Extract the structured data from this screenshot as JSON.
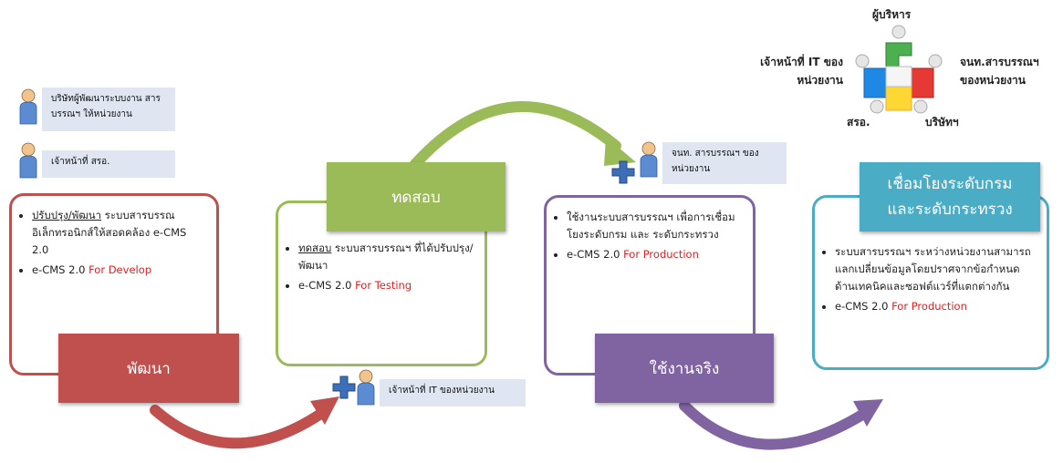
{
  "top_left": {
    "vendor_label": "บริษัทผู้พัฒนาระบบงาน สารบรรณฯ ให้หน่วยงาน",
    "staff_label": "เจ้าหน้าที่  สรอ."
  },
  "stages": [
    {
      "heading": "พัฒนา",
      "bullet1_underlined": "ปรับปรุง/พัฒนา",
      "bullet1_text": " ระบบสารบรรณอิเล็กทรอนิกส์ให้สอดคล้อง e-CMS 2.0",
      "bullet2_prefix": "e-CMS 2.0 ",
      "bullet2_highlight": "For Develop",
      "color": "#c0504d"
    },
    {
      "heading": "ทดสอบ",
      "bullet1_underlined": "ทดสอบ",
      "bullet1_text": " ระบบสารบรรณฯ ที่ได้ปรับปรุง/พัฒนา",
      "bullet2_prefix": "e-CMS 2.0 ",
      "bullet2_highlight": "For Testing",
      "color": "#9bbb59",
      "added_person_label": "เจ้าหน้าที่  IT ของหน่วยงาน"
    },
    {
      "heading": "ใช้งานจริง",
      "bullet1_text": "ใช้งานระบบสารบรรณฯ เพื่อการเชื่อมโยงระดับกรม และ ระดับกระทรวง",
      "bullet2_prefix": "e-CMS 2.0 ",
      "bullet2_highlight": "For Production",
      "color": "#8064a2",
      "added_person_label": "จนท. สารบรรณฯ ของหน่วยงาน"
    },
    {
      "heading": "เชื่อมโยงระดับกรมและระดับกระทรวง",
      "bullet1_text": "ระบบสารบรรณฯ ระหว่างหน่วยงานสามารถแลกเปลี่ยนข้อมูลโดยปราศจากข้อกำหนดด้านเทคนิคและซอฟต์แวร์ที่แตกต่างกัน",
      "bullet2_prefix": "e-CMS 2.0 ",
      "bullet2_highlight": "For Production",
      "color": "#4bacc6"
    }
  ],
  "collaboration": {
    "top": "ผู้บริหาร",
    "left": "เจ้าหน้าที่ IT ของหน่วยงาน",
    "right": "จนท.สารบรรณฯ ของหน่วยงาน",
    "bottom_left": "สรอ.",
    "bottom_right": "บริษัทฯ"
  }
}
